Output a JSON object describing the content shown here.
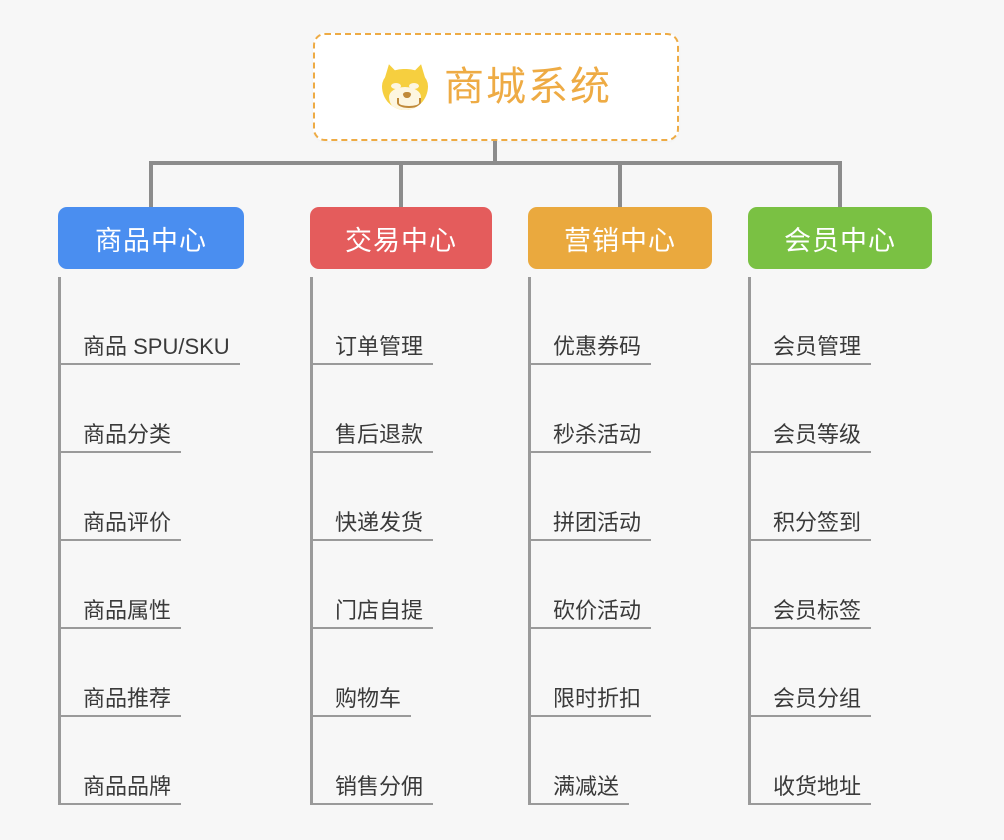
{
  "page": {
    "background_color": "#f7f7f7",
    "connector_color": "#8c8c8c",
    "leaf_text_color": "#3a3a3a",
    "leaf_rule_color": "#9a9a9a"
  },
  "root": {
    "title": "商城系统",
    "icon": "dog-face-icon",
    "text_color": "#eeab44",
    "border_color": "#eeab44",
    "background_color": "#ffffff"
  },
  "branches": [
    {
      "label": "商品中心",
      "color": "#4a8ef0",
      "items": [
        "商品 SPU/SKU",
        "商品分类",
        "商品评价",
        "商品属性",
        "商品推荐",
        "商品品牌"
      ]
    },
    {
      "label": "交易中心",
      "color": "#e45c5c",
      "items": [
        "订单管理",
        "售后退款",
        "快递发货",
        "门店自提",
        "购物车",
        "销售分佣"
      ]
    },
    {
      "label": "营销中心",
      "color": "#eaa93e",
      "items": [
        "优惠券码",
        "秒杀活动",
        "拼团活动",
        "砍价活动",
        "限时折扣",
        "满减送"
      ]
    },
    {
      "label": "会员中心",
      "color": "#7ac143",
      "items": [
        "会员管理",
        "会员等级",
        "积分签到",
        "会员标签",
        "会员分组",
        "收货地址"
      ]
    }
  ]
}
